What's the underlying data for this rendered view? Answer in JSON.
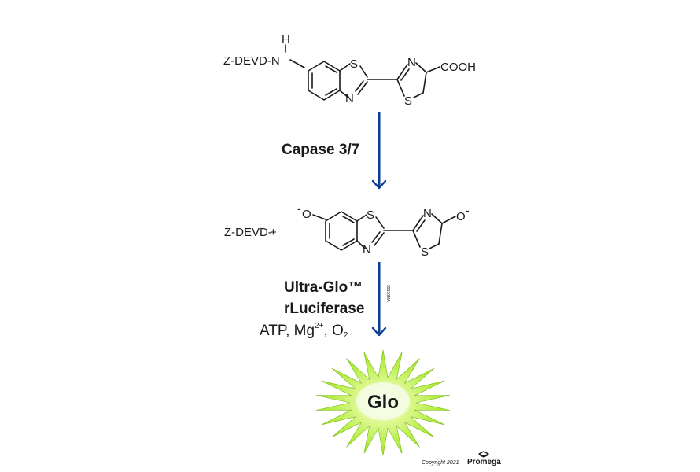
{
  "substrate": {
    "prefix": "Z-DEVD-N",
    "h": "H",
    "s1": "S",
    "n1": "N",
    "n2": "N",
    "s2": "S",
    "acid": "COOH"
  },
  "step1": {
    "enzyme": "Capase 3/7"
  },
  "product": {
    "prefix": "Z-DEVD-",
    "plus": "+",
    "oxy1": "O",
    "charge1": "-",
    "s1": "S",
    "n1": "N",
    "n2": "N",
    "s2": "S",
    "oxy2": "O",
    "charge2": "-"
  },
  "step2": {
    "enzyme_line1": "Ultra-Glo™",
    "enzyme_line2": "rLuciferase",
    "cofactor_atp": "ATP, Mg",
    "cofactor_mg_charge": "2+",
    "cofactor_sep": ", O",
    "cofactor_o2_sub": "2",
    "figure_code": "35536MA"
  },
  "result": {
    "label": "Glo",
    "burst_color": "#b5f21d",
    "center_color": "#f4fce0"
  },
  "footer": {
    "copyright": "Copyright 2021",
    "brand": "Promega"
  },
  "colors": {
    "arrow": "#0a3c96",
    "ink": "#1a1a1a"
  }
}
